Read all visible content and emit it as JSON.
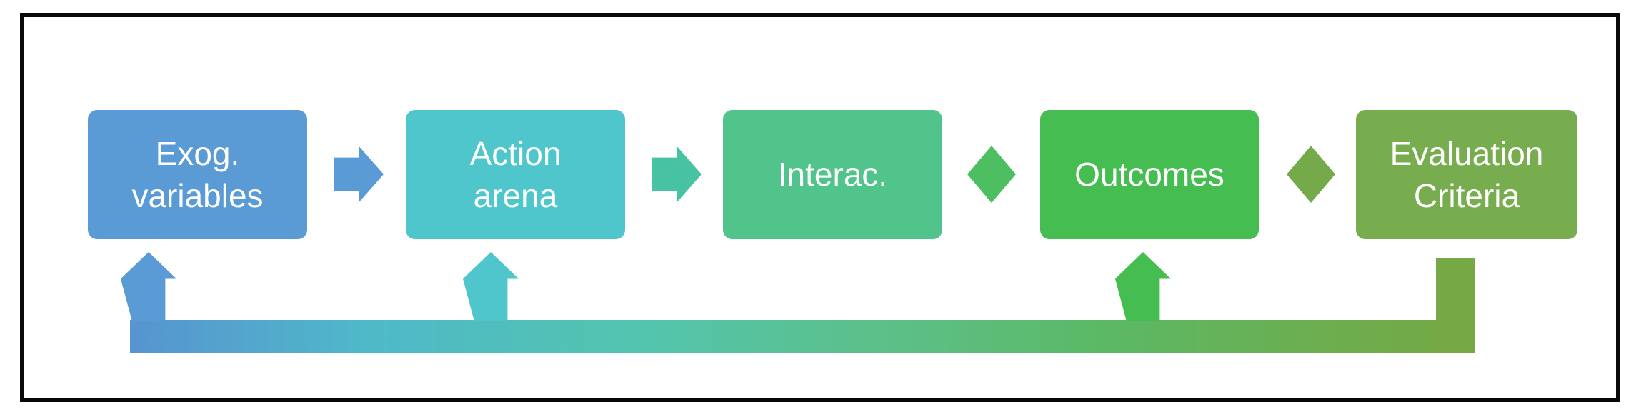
{
  "diagram": {
    "type": "process-flow-with-feedback-loop",
    "frame": {
      "border_color": "#0a0a0a",
      "background": "#ffffff"
    },
    "nodes": [
      {
        "id": "exog-variables",
        "label": "Exog.\nvariables",
        "color": "#5b9bd5",
        "text_color": "#ffffff"
      },
      {
        "id": "action-arena",
        "label": "Action\narena",
        "color": "#4ec6cb",
        "text_color": "#ffffff"
      },
      {
        "id": "interactions",
        "label": "Interac.",
        "color": "#50c48b",
        "text_color": "#ffffff"
      },
      {
        "id": "outcomes",
        "label": "Outcomes",
        "color": "#45bd50",
        "text_color": "#ffffff"
      },
      {
        "id": "evaluation-criteria",
        "label": "Evaluation\nCriteria",
        "color": "#77ad4e",
        "text_color": "#ffffff"
      }
    ],
    "connectors": [
      {
        "type": "arrow-right",
        "from": "exog-variables",
        "to": "action-arena",
        "color": "#5b9bd5"
      },
      {
        "type": "arrow-right",
        "from": "action-arena",
        "to": "interactions",
        "color": "#47c3a4"
      },
      {
        "type": "diamond",
        "between": "interactions-outcomes",
        "color": "#4dbf60"
      },
      {
        "type": "diamond",
        "between": "outcomes-evaluation-criteria",
        "color": "#75aa4b"
      }
    ],
    "feedback_loop": {
      "from": "evaluation-criteria",
      "arrows_into": [
        "exog-variables",
        "action-arena",
        "outcomes"
      ],
      "bar_gradient_stops": [
        "#5794d0",
        "#4fb9c9",
        "#53c4ae",
        "#5cc08b",
        "#5bb966",
        "#6cae50",
        "#74a843"
      ],
      "riser_color": "#76a945",
      "arrow_colors": {
        "exog-variables": "#5b9bd5",
        "action-arena": "#4ec6cb",
        "outcomes": "#45bd50"
      }
    }
  }
}
